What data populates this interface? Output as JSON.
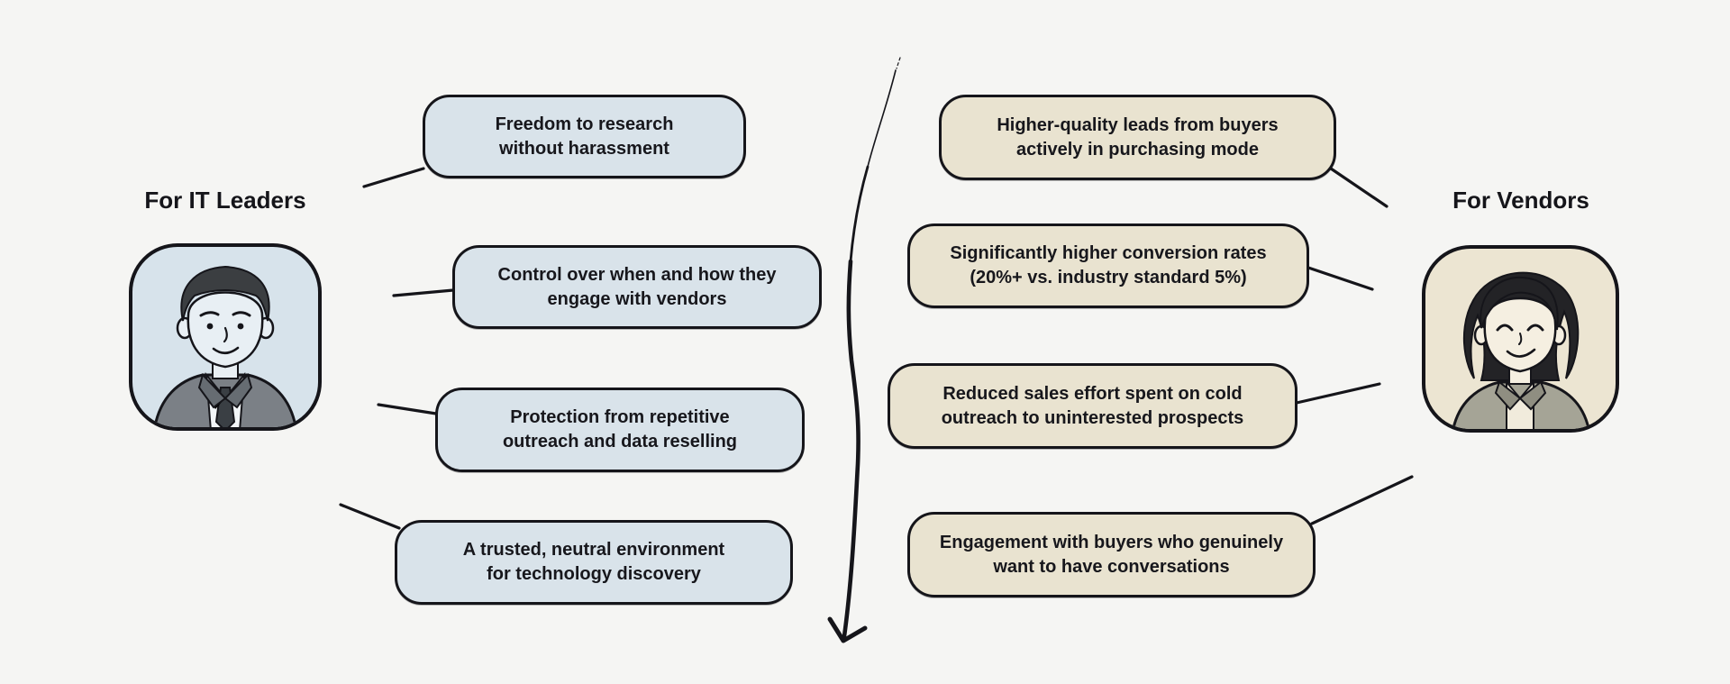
{
  "page": {
    "background": "#f5f5f3",
    "ink_color": "#15151a"
  },
  "left_group": {
    "title": "For IT Leaders",
    "card_bg": "#d9e3ea",
    "avatar": "male-it-leader-illustration",
    "cards": [
      {
        "text": "Freedom to research\nwithout harassment"
      },
      {
        "text": "Control over when and how they\nengage with vendors"
      },
      {
        "text": "Protection from repetitive\noutreach and data reselling"
      },
      {
        "text": "A trusted, neutral environment\nfor technology discovery"
      }
    ]
  },
  "right_group": {
    "title": "For Vendors",
    "card_bg": "#e9e3d0",
    "avatar": "female-vendor-illustration",
    "cards": [
      {
        "text": "Higher-quality leads from buyers\nactively in purchasing mode"
      },
      {
        "text": "Significantly higher conversion rates\n(20%+ vs. industry standard 5%)"
      },
      {
        "text": "Reduced sales effort spent on cold\noutreach to uninterested prospects"
      },
      {
        "text": "Engagement with buyers who genuinely\nwant to have conversations"
      }
    ]
  },
  "divider": {
    "type": "hand-drawn-down-arrow"
  }
}
